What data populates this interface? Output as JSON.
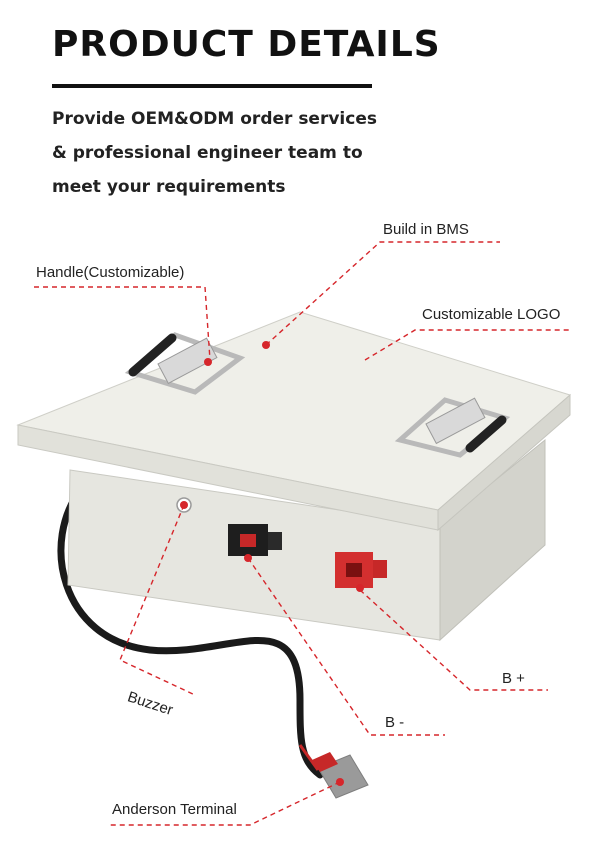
{
  "header": {
    "title": "PRODUCT DETAILS",
    "subtitle_lines": [
      "Provide OEM&ODM order services",
      "& professional engineer team to",
      "meet your requirements"
    ]
  },
  "callouts": {
    "build_in_bms": "Build in BMS",
    "handle": "Handle(Customizable)",
    "logo": "Customizable LOGO",
    "buzzer": "Buzzer",
    "b_plus": "B +",
    "b_minus": "B -",
    "anderson": "Anderson Terminal"
  },
  "colors": {
    "accent_red": "#d6262b",
    "case_white": "#eeeee8",
    "case_shadow": "#d8d8d2",
    "cable": "#1a1a1a",
    "connector_gray": "#9a9a9a"
  },
  "icons": [
    "handle-icon",
    "terminal-icon",
    "buzzer-icon",
    "anderson-connector-icon"
  ]
}
